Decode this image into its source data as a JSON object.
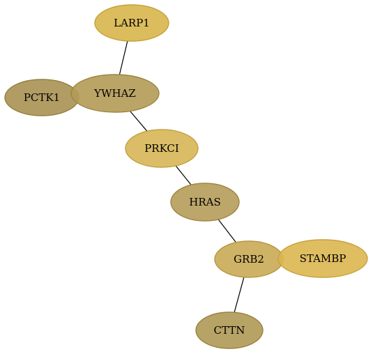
{
  "graph": {
    "nodes": [
      {
        "id": "LARP1",
        "label": "LARP1",
        "fill": "#d8b64d",
        "stroke": "#c4a138"
      },
      {
        "id": "PCTK1",
        "label": "PCTK1",
        "fill": "#a89252",
        "stroke": "#94803f"
      },
      {
        "id": "YWHAZ",
        "label": "YWHAZ",
        "fill": "#b29b57",
        "stroke": "#9c8542"
      },
      {
        "id": "PRKCI",
        "label": "PRKCI",
        "fill": "#d6b655",
        "stroke": "#c2a13f"
      },
      {
        "id": "HRAS",
        "label": "HRAS",
        "fill": "#b59c59",
        "stroke": "#9f8644"
      },
      {
        "id": "GRB2",
        "label": "GRB2",
        "fill": "#c9ab55",
        "stroke": "#b59640"
      },
      {
        "id": "STAMBP",
        "label": "STAMBP",
        "fill": "#dbb650",
        "stroke": "#c7a13b"
      },
      {
        "id": "CTTN",
        "label": "CTTN",
        "fill": "#b09955",
        "stroke": "#9a8340"
      }
    ],
    "edges": [
      {
        "source": "LARP1",
        "target": "YWHAZ"
      },
      {
        "source": "YWHAZ",
        "target": "PRKCI"
      },
      {
        "source": "PRKCI",
        "target": "HRAS"
      },
      {
        "source": "HRAS",
        "target": "GRB2"
      },
      {
        "source": "GRB2",
        "target": "CTTN"
      }
    ]
  }
}
